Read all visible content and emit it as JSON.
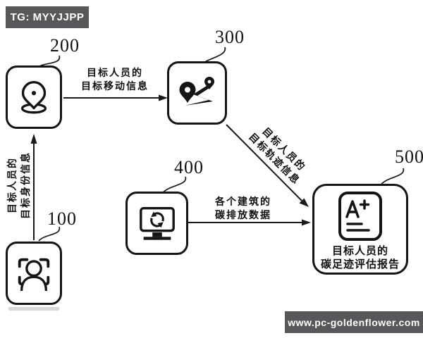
{
  "figure": {
    "type": "patent-flow-diagram",
    "colors": {
      "ink": "#1a1a1a",
      "badge_bg": "#58585a",
      "badge_text": "#ffffff",
      "background": "#ffffff"
    }
  },
  "watermarks": {
    "top_left": "TG: MYYJJPP",
    "bottom_right": "www.pc-goldenflower.com"
  },
  "nodes": [
    {
      "id": "100",
      "icon": "face-scan-icon"
    },
    {
      "id": "200",
      "icon": "location-pin-icon"
    },
    {
      "id": "300",
      "icon": "route-map-icon"
    },
    {
      "id": "400",
      "icon": "monitor-sync-icon"
    },
    {
      "id": "500",
      "icon": "report-grade-icon",
      "caption": [
        "目标人员的",
        "碳足迹评估报告"
      ]
    }
  ],
  "edges": [
    {
      "from": "100",
      "to": "200",
      "direction": "up",
      "lines": [
        "目标人员的",
        "目标身份信息"
      ]
    },
    {
      "from": "200",
      "to": "300",
      "direction": "right",
      "lines": [
        "目标人员的",
        "目标移动信息"
      ]
    },
    {
      "from": "300",
      "to": "500",
      "direction": "down-right",
      "lines": [
        "目标人员的",
        "目标轨迹信息"
      ]
    },
    {
      "from": "400",
      "to": "500",
      "direction": "right",
      "lines": [
        "各个建筑的",
        "碳排放数据"
      ]
    }
  ]
}
